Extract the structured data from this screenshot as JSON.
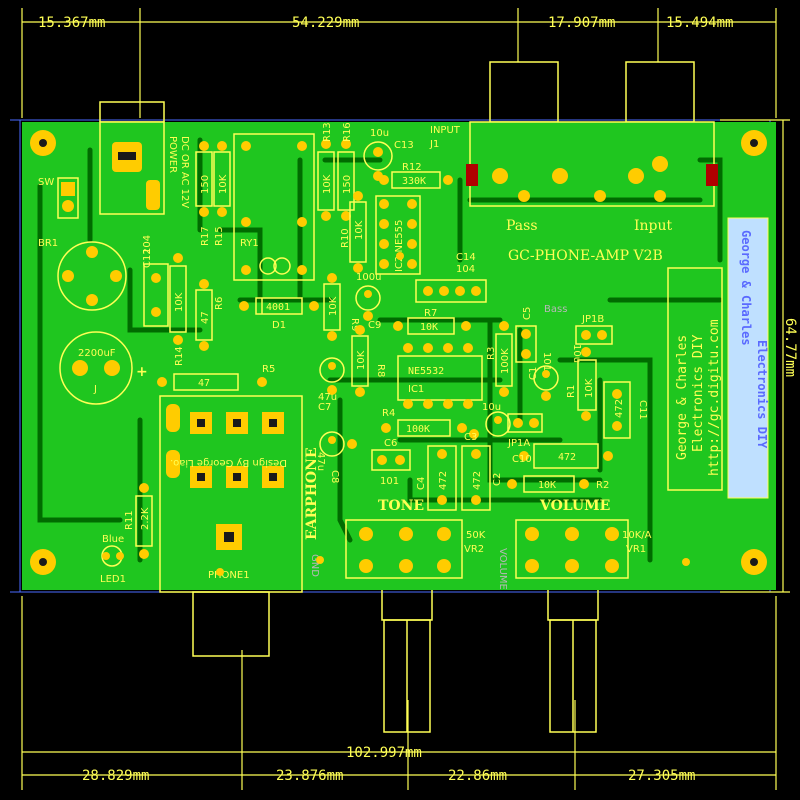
{
  "dimensions": {
    "top": [
      "15.367mm",
      "54.229mm",
      "17.907mm",
      "15.494mm"
    ],
    "bottom_total": "102.997mm",
    "bottom": [
      "28.829mm",
      "23.876mm",
      "22.86mm",
      "27.305mm"
    ],
    "right": "64.77mm"
  },
  "board": {
    "name": "GC-PHONE-AMP V2B",
    "brand_lines": [
      "George & Charles",
      "Electronics DIY",
      "http://gc.digitu.com"
    ],
    "brand_mirrored": "George & Charles",
    "sub_mirrored": "Electronics DIY",
    "design_credit": "Design By George Liao."
  },
  "labels": {
    "sw": "SW",
    "br1": "BR1",
    "cap_2200": "2200uF",
    "c13": "C13",
    "c13_val": "10u",
    "input": "INPUT",
    "j1": "J1",
    "pass": "Pass",
    "input2": "Input",
    "dc_lines": [
      "POWER",
      "DC OR AC 12V"
    ],
    "r17": "R17",
    "r17_val": "150",
    "r15": "R15",
    "r15_val": "10K",
    "ry1": "RY1",
    "r13": "R13",
    "r13_val": "10K",
    "r16": "R16",
    "r16_val": "150",
    "r10": "R10",
    "r10_val": "10K",
    "r12": "R12",
    "r12_val": "330K",
    "ic2": "IC2 NE555",
    "c14": "C14",
    "c14_val": "104",
    "c12": "C12",
    "c12_val": "104",
    "r14": "R14",
    "r14_val": "10K",
    "r6": "R6",
    "r6_val": "47",
    "d1": "D1",
    "d1_val": "4001",
    "r9": "R9",
    "r9_val": "10K",
    "c9": "C9",
    "c9_val": "100u",
    "r7": "R7",
    "r7_val": "10K",
    "r5": "R5",
    "r5_val": "47",
    "r8": "R8",
    "r8_val": "10K",
    "c7": "C7",
    "c7_val": "47u",
    "ic1": "IC1",
    "ic1_val": "NE5532",
    "r3": "R3",
    "r3_val": "100K",
    "c5": "C5",
    "c5_val": "101",
    "c1": "C1",
    "c1_val": "10u",
    "r1": "R1",
    "r1_val": "10K",
    "c11": "C11",
    "c11_val": "472",
    "jp1b": "JP1B",
    "jp1a": "JP1A",
    "bass": "Bass",
    "r4": "R4",
    "r4_val": "100K",
    "c3": "C3",
    "c3_val": "10u",
    "c6": "C6",
    "c6_val": "101",
    "c8": "C8",
    "c8_val": "47u",
    "c4": "C4",
    "c4_val": "472",
    "c2": "C2",
    "c2_val": "472",
    "c10": "C10",
    "c10_val": "472",
    "r2": "R2",
    "r2_val": "10K",
    "tone": "TONE",
    "volume": "VOLUME",
    "vr2": "VR2",
    "vr2_val": "50K",
    "vr1": "VR1",
    "vr1_val": "10K/A",
    "earphone": "EARPHONE",
    "gnd": "GND",
    "volume_mirror": "VOLUME",
    "r11": "R11",
    "r11_val": "2.2K",
    "led_color": "Blue",
    "led1": "LED1",
    "phone1": "PHONE1",
    "j_mark": "J"
  },
  "colors": {
    "board": "#1fc61f",
    "copper": "#006c00",
    "silk": "#ffff55",
    "pad": "#ffcc00",
    "dimension": "#4a6aff"
  }
}
